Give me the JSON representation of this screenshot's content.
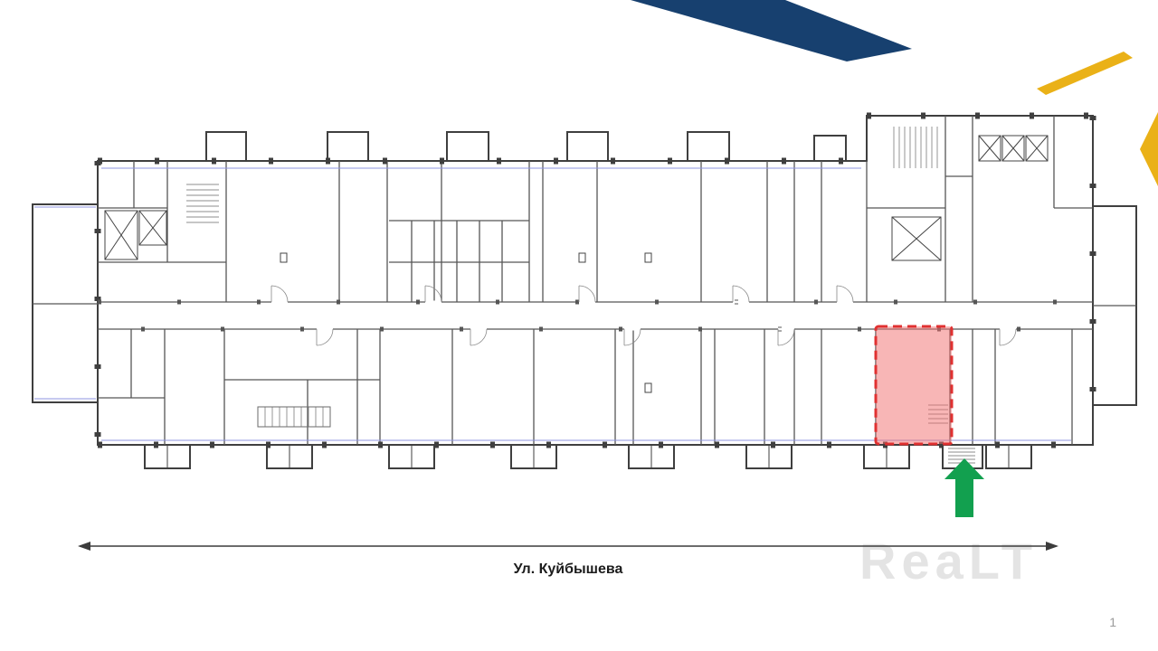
{
  "decor": {
    "navy": "#17406f",
    "gold": "#eab117"
  },
  "floor_plan": {
    "wall_color": "#3f3f3f",
    "partition_color": "#565656",
    "utility_line_color": "#8f94e0",
    "highlight": {
      "fill": "#f26d6d",
      "stroke": "#e03131"
    }
  },
  "entrance_arrow": {
    "color": "#12a04f"
  },
  "dimension": {
    "label": "Ул. Куйбышева"
  },
  "watermark": {
    "text": "ReaLT"
  },
  "page": {
    "number": "1"
  }
}
